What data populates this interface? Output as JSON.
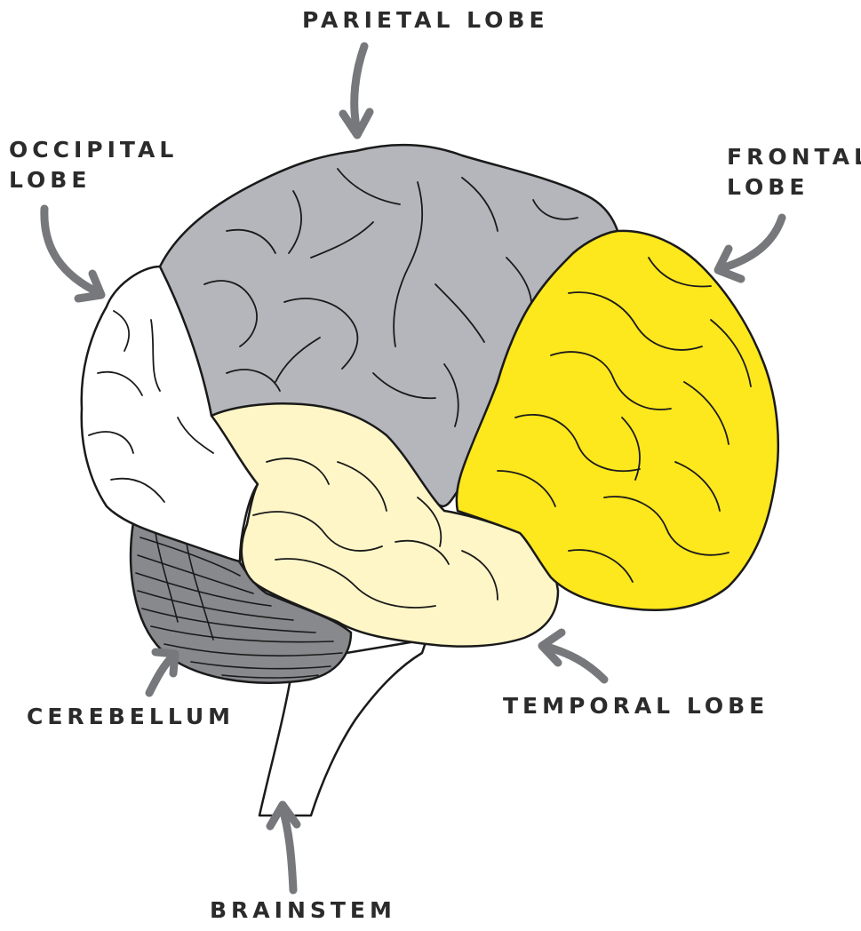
{
  "labels": {
    "parietal": "PARIETAL LOBE",
    "occipital_line1": "OCCIPITAL",
    "occipital_line2": "LOBE",
    "frontal_line1": "FRONTAL",
    "frontal_line2": "LOBE",
    "cerebellum": "CEREBELLUM",
    "temporal": "TEMPORAL LOBE",
    "brainstem": "BRAINSTEM"
  },
  "colors": {
    "parietal": "#b4b6bb",
    "occipital": "#ffffff",
    "frontal": "#fde71d",
    "temporal": "#fff6c7",
    "cerebellum": "#88898d",
    "brainstem": "#ffffff",
    "outline": "#1a1a1a",
    "arrow": "#77787c",
    "text": "#2b2b2b"
  }
}
